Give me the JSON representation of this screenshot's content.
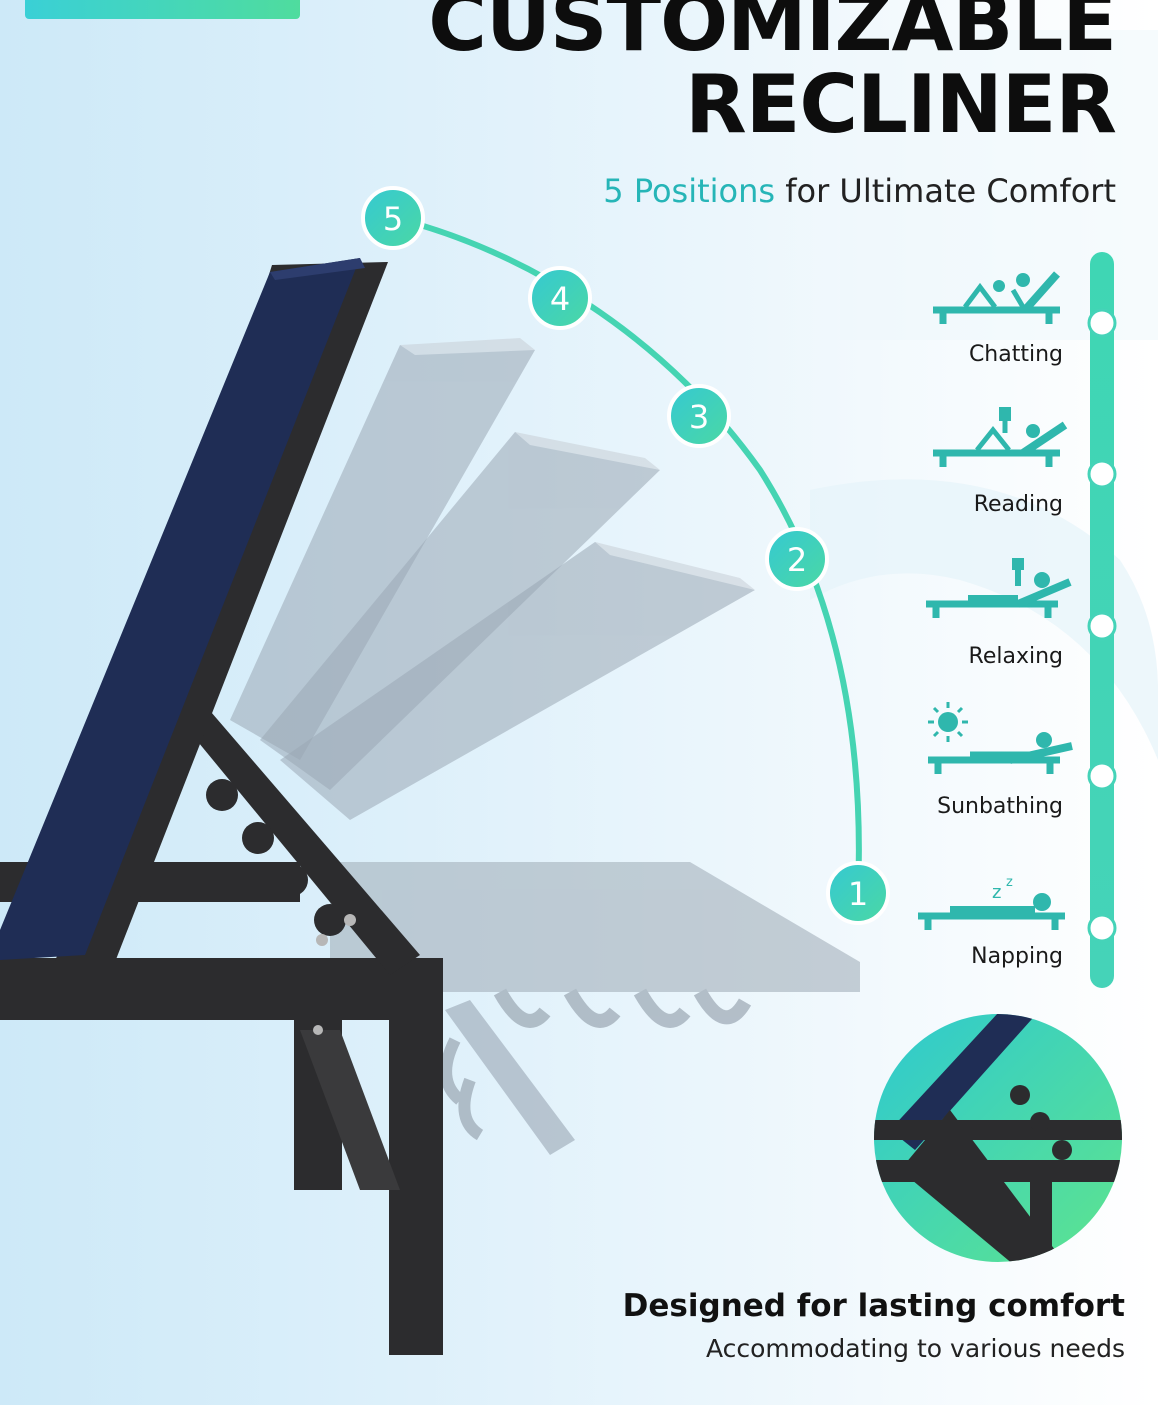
{
  "headline": {
    "line1": "CUSTOMIZABLE",
    "line2": "RECLINER"
  },
  "subhead": {
    "accent": "5 Positions",
    "rest": " for Ultimate Comfort"
  },
  "positions": [
    {
      "number": "5",
      "label": "Chatting",
      "icon": "chatting-icon"
    },
    {
      "number": "4",
      "label": "Reading",
      "icon": "reading-icon"
    },
    {
      "number": "3",
      "label": "Relaxing",
      "icon": "relaxing-icon"
    },
    {
      "number": "2",
      "label": "Sunbathing",
      "icon": "sunbathing-icon"
    },
    {
      "number": "1",
      "label": "Napping",
      "icon": "napping-icon"
    }
  ],
  "footer": {
    "title": "Designed for lasting comfort",
    "subtitle": "Accommodating to various needs"
  },
  "colors": {
    "accent": "#2fc9b6",
    "accent_text": "#26b5b7",
    "chair_fabric": "#1f2d55",
    "frame": "#2c2c2e"
  }
}
